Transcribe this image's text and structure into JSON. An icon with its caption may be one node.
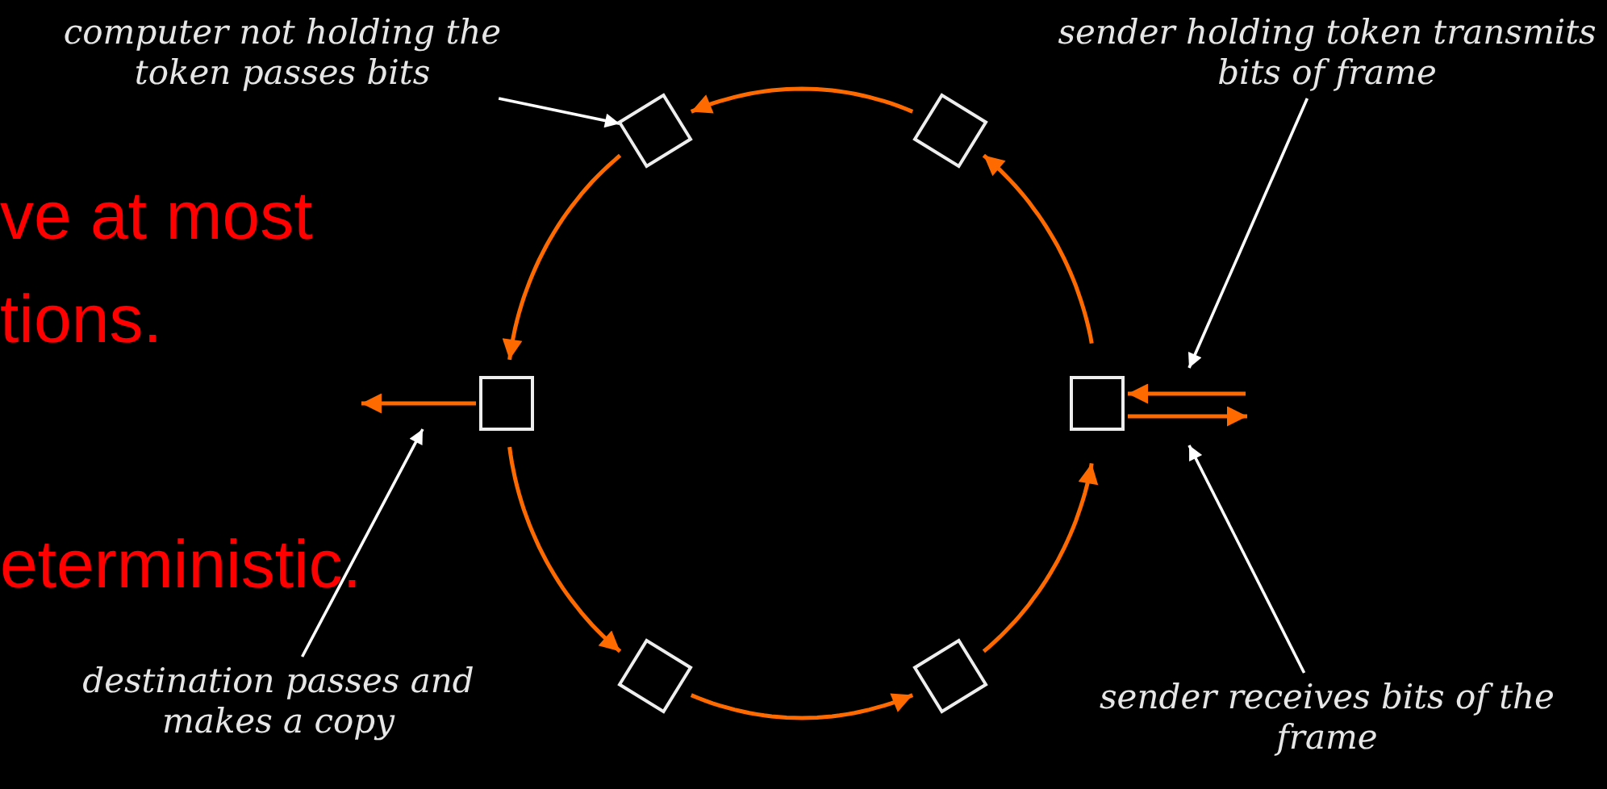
{
  "diagram": {
    "nodes": [
      {
        "text": [
          "computer not holding the token passes bits"
        ]
      },
      {
        "text": [
          "sender holding token transmits bits of frame"
        ]
      },
      {
        "text": [],
        "shape": "box"
      },
      {
        "text": [],
        "shape": "box"
      },
      {
        "text": [],
        "shape": "box"
      },
      {
        "text": [],
        "shape": "box"
      },
      {
        "text": [],
        "shape": "box"
      },
      {
        "text": [],
        "shape": "box"
      },
      {
        "text": [
          "destination passes and makes a copy"
        ]
      },
      {
        "text": [
          "sender receives bits of the frame"
        ]
      }
    ],
    "edges": [
      {
        "from": 5,
        "to": 3,
        "arrow": "to"
      },
      {
        "from": 3,
        "to": 2,
        "arrow": "to"
      },
      {
        "from": 2,
        "to": 4,
        "arrow": "to"
      },
      {
        "from": 4,
        "to": 6,
        "arrow": "to"
      },
      {
        "from": 6,
        "to": 7,
        "arrow": "to"
      },
      {
        "from": 7,
        "to": 5,
        "arrow": "to"
      },
      {
        "from": null,
        "to": 5,
        "arrow": "to"
      },
      {
        "from": 5,
        "to": null,
        "arrow": "to"
      },
      {
        "from": 4,
        "to": null,
        "arrow": "to"
      },
      {
        "from": 0,
        "to": 2,
        "arrow": "to",
        "color": "#ffffff"
      },
      {
        "from": 1,
        "to": null,
        "arrow": "to",
        "color": "#ffffff"
      },
      {
        "from": 8,
        "to": null,
        "arrow": "to",
        "color": "#ffffff"
      },
      {
        "from": 9,
        "to": null,
        "arrow": "to",
        "color": "#ffffff"
      }
    ],
    "labels": [
      "ve at most",
      "tions.",
      "eterministic."
    ]
  }
}
